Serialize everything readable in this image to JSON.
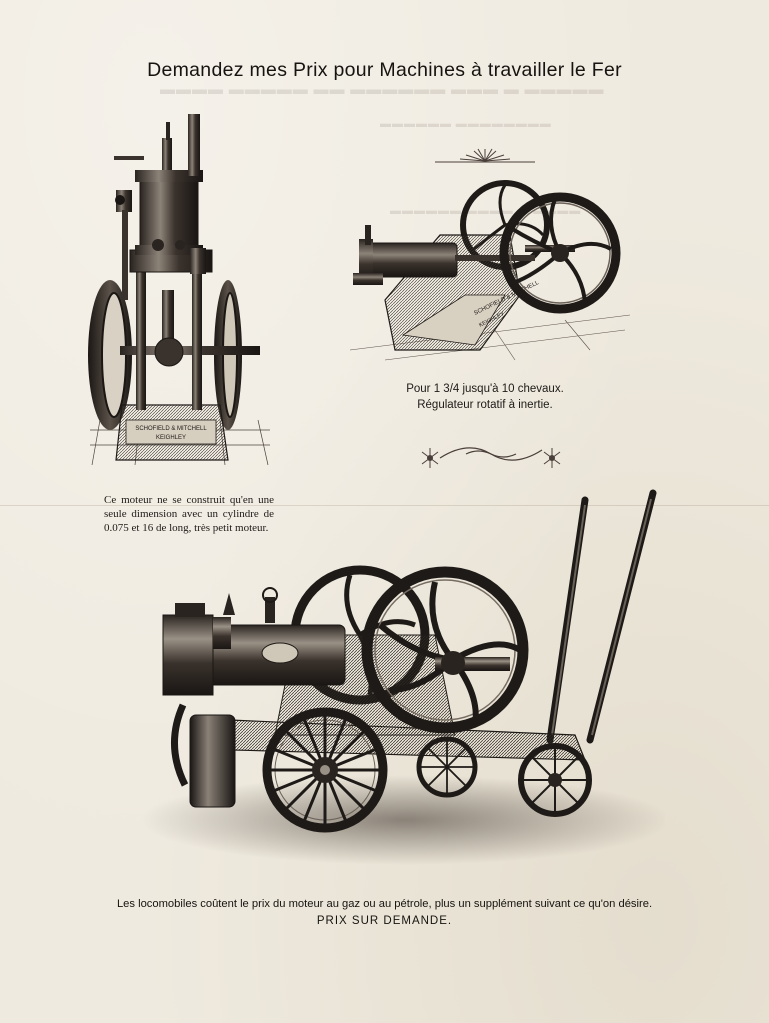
{
  "title": "Demandez mes Prix pour Machines à travailler le Fer",
  "vertical_engine": {
    "maker_plate_line1": "SCHOFIELD & MITCHELL",
    "maker_plate_line2": "KEIGHLEY",
    "caption": "Ce moteur ne se construit qu'en une seule dimension avec un cylindre de 0.075 et 16 de long, très petit moteur."
  },
  "horizontal_engine": {
    "maker_plate_line1": "SCHOFIELD & MITCHELL",
    "maker_plate_line2": "KEIGHLEY",
    "caption_line1": "Pour 1 3/4 jusqu'à 10 chevaux.",
    "caption_line2": "Régulateur rotatif à inertie."
  },
  "locomobile": {
    "footer_line1": "Les locomobiles coûtent le prix du moteur au gaz ou au pétrole, plus un supplément suivant ce qu'on désire.",
    "footer_line2": "PRIX SUR DEMANDE."
  },
  "colors": {
    "paper": "#efeadf",
    "ink": "#1e1a17",
    "engraving_dark": "#2a2420",
    "ornament": "#4a3f3a"
  }
}
